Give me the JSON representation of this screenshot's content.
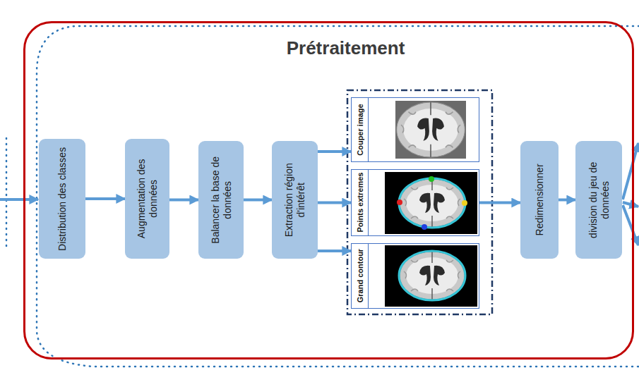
{
  "diagram": {
    "nodes": [
      {
        "text": [
          "Prétraitement"
        ]
      },
      {
        "text": [
          "Distribution des classes"
        ],
        "in": 0
      },
      {
        "text": [
          "Augmentation des données"
        ],
        "in": 0
      },
      {
        "text": [
          "Balancer la base de données"
        ],
        "in": 0
      },
      {
        "text": [
          "Extraction région d'intérêt"
        ],
        "in": 0
      },
      {
        "text": [
          "Couper image"
        ],
        "in": 0
      },
      {
        "text": [
          "Points extremes"
        ],
        "in": 0
      },
      {
        "text": [
          "Grand contour"
        ],
        "in": 0
      },
      {
        "text": [
          "Redimensionner"
        ],
        "in": 0
      },
      {
        "text": [
          "division du jeu de données"
        ],
        "in": 0
      }
    ],
    "edges": [
      {
        "from": 1,
        "to": 2,
        "arrow": "to"
      },
      {
        "from": 2,
        "to": 3,
        "arrow": "to"
      },
      {
        "from": 3,
        "to": 4,
        "arrow": "to"
      },
      {
        "from": 4,
        "to": 5,
        "arrow": "to"
      },
      {
        "from": 4,
        "to": 6,
        "arrow": "to"
      },
      {
        "from": 4,
        "to": 7,
        "arrow": "to"
      },
      {
        "from": 6,
        "to": 8,
        "arrow": "to"
      },
      {
        "from": 8,
        "to": 9,
        "arrow": "to"
      }
    ]
  }
}
